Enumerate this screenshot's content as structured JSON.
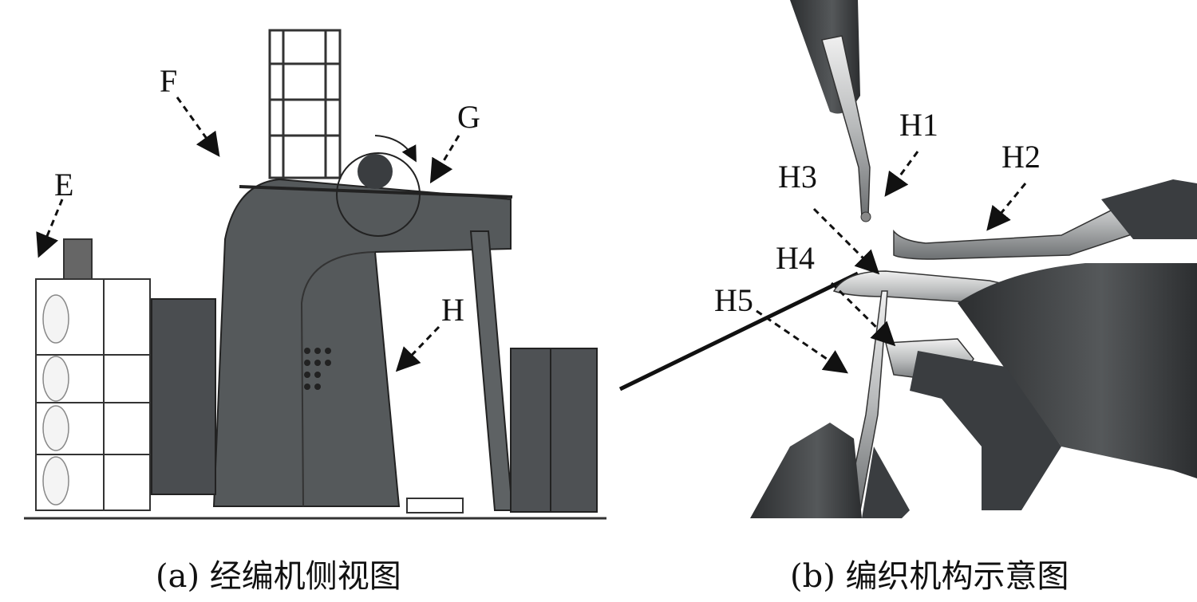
{
  "panel_a": {
    "caption": "(a) 经编机侧视图",
    "labels": {
      "E": "E",
      "F": "F",
      "G": "G",
      "H": "H"
    }
  },
  "panel_b": {
    "caption": "(b) 编织机构示意图",
    "labels": {
      "H1": "H1",
      "H2": "H2",
      "H3": "H3",
      "H4": "H4",
      "H5": "H5"
    }
  },
  "colors": {
    "machine": "#55595b",
    "dark": "#3a3d40",
    "metal": "#c9cbcc",
    "line": "#111111"
  }
}
